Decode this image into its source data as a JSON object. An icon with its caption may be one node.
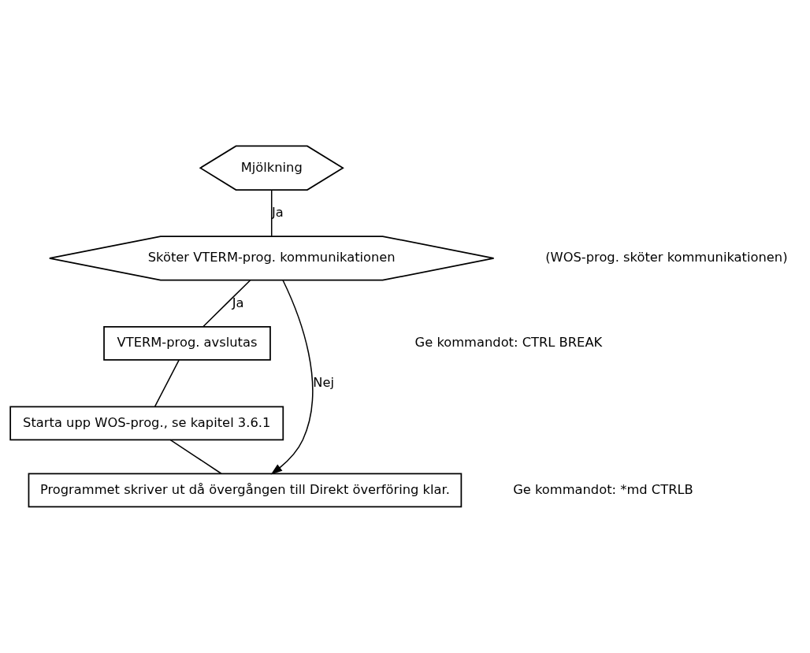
{
  "diagram": {
    "nodes": [
      {
        "text": [
          "Mjölkning"
        ]
      },
      {
        "text": [
          "Sköter VTERM-prog. kommunikationen"
        ]
      },
      {
        "text": [
          "VTERM-prog. avslutas"
        ]
      },
      {
        "text": [
          "Starta upp WOS-prog., se kapitel 3.6.1"
        ]
      },
      {
        "text": [
          "Programmet skriver ut då övergången till Direkt överföring klar."
        ]
      }
    ],
    "edges": [
      {
        "from": 0,
        "to": 1,
        "arrow": "none",
        "label": "Ja"
      },
      {
        "from": 1,
        "to": 2,
        "arrow": "none",
        "label": "Ja"
      },
      {
        "from": 1,
        "to": 4,
        "arrow": "to",
        "label": "Nej"
      },
      {
        "from": 2,
        "to": 3,
        "arrow": "none"
      },
      {
        "from": 3,
        "to": 4,
        "arrow": "none"
      }
    ],
    "labels": [
      "(WOS-prog. sköter kommunikationen)",
      "Ge kommandot: CTRL BREAK",
      "Ge kommandot: *md CTRLB"
    ]
  }
}
